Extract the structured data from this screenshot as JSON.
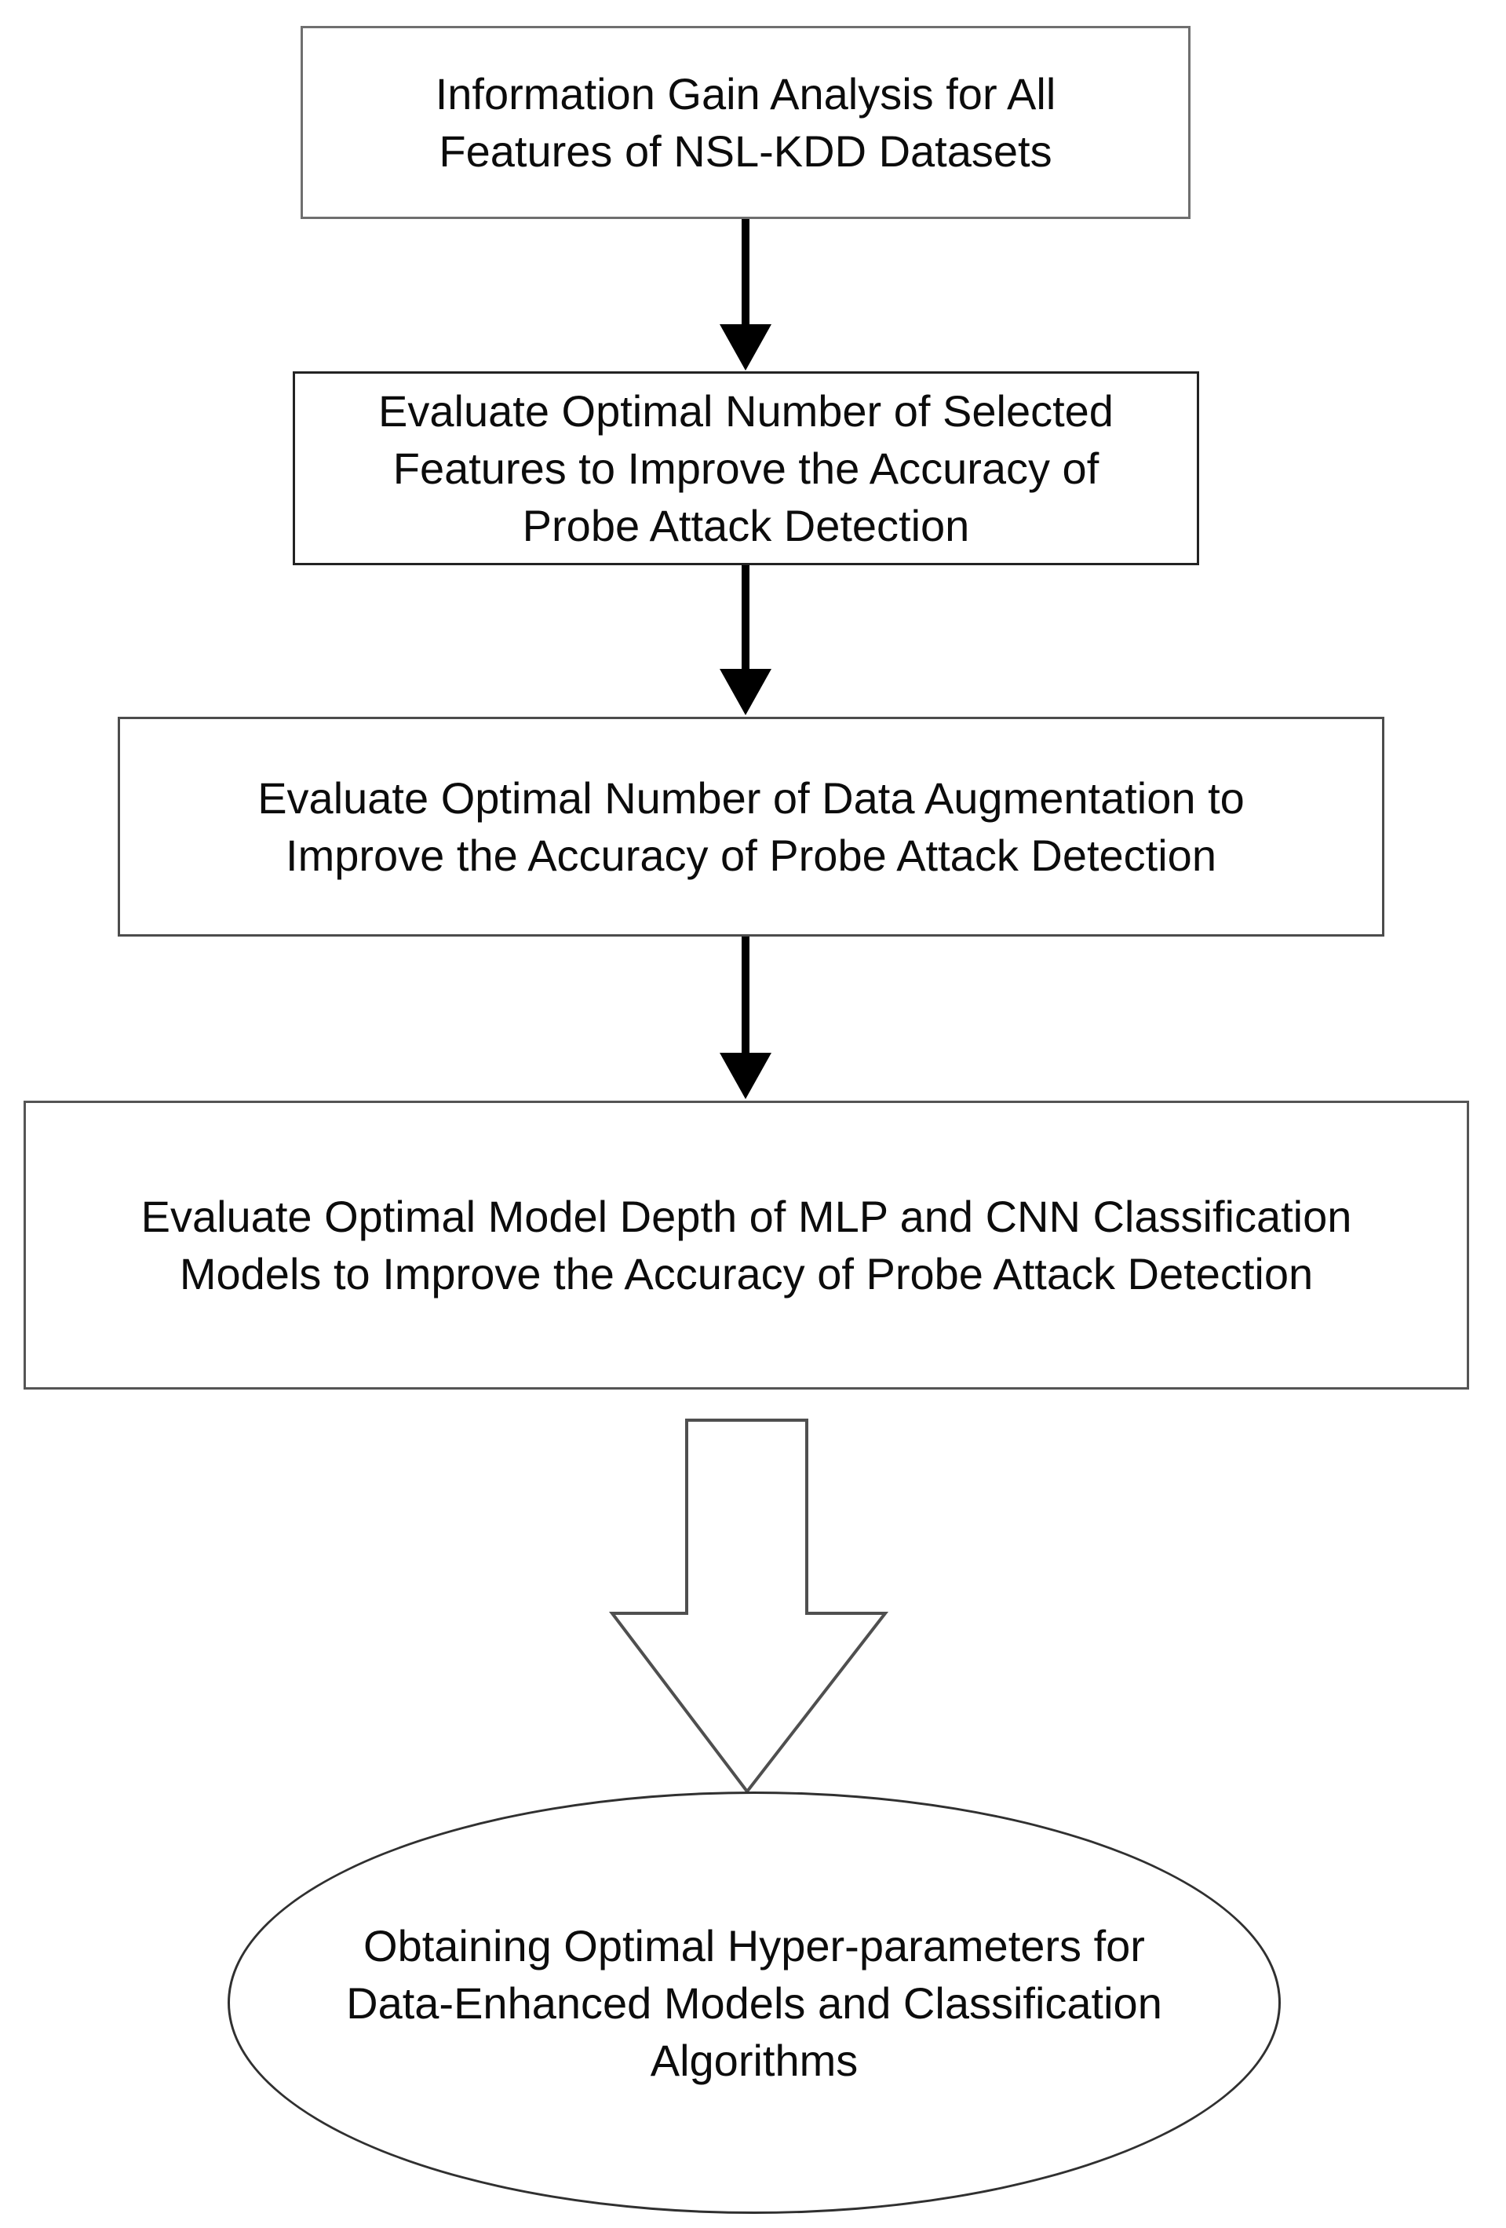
{
  "nodes": {
    "info_gain": {
      "lines": [
        "Information Gain Analysis for All",
        "Features of NSL-KDD Datasets"
      ]
    },
    "feature_selection": {
      "lines": [
        "Evaluate Optimal Number of Selected",
        "Features to Improve the Accuracy of",
        "Probe Attack Detection"
      ]
    },
    "data_augmentation": {
      "lines": [
        "Evaluate Optimal Number of Data Augmentation to",
        "Improve the Accuracy of Probe Attack Detection"
      ]
    },
    "model_depth": {
      "lines": [
        "Evaluate Optimal Model Depth of MLP and CNN Classification",
        "Models to Improve the Accuracy of Probe Attack Detection"
      ]
    },
    "hyperparameters": {
      "lines": [
        "Obtaining Optimal Hyper-parameters for",
        "Data-Enhanced Models and Classification",
        "Algorithms"
      ]
    }
  },
  "connectors": {
    "step_arrows": [
      "down-arrow",
      "down-arrow",
      "down-arrow"
    ],
    "emphasis_arrow": "hollow-block-down-arrow"
  },
  "colors": {
    "background": "#ffffff",
    "text": "#0c0c0c",
    "solid_arrow": "#000000",
    "block_arrow_outline": "#4f4f4f",
    "rect_border": "#4c4c4c",
    "ellipse_border": "#303030"
  }
}
